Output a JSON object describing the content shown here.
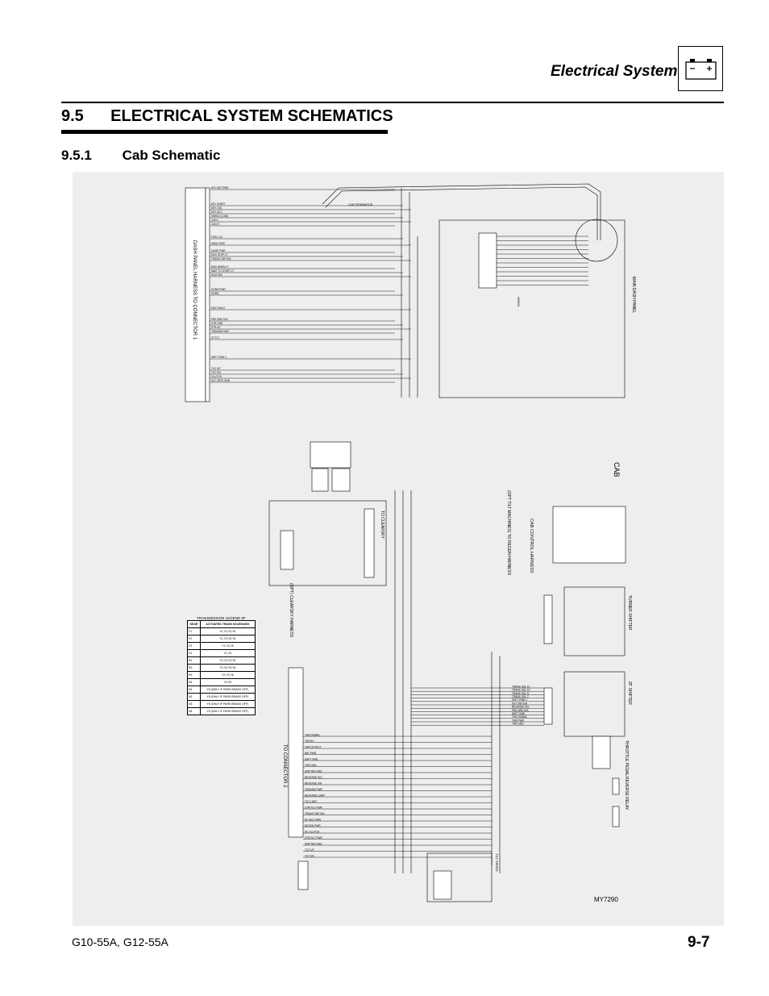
{
  "header": {
    "section_name": "Electrical System",
    "icon": "battery-icon"
  },
  "section": {
    "title": "9.5      ELECTRICAL SYSTEM SCHEMATICS",
    "subsection": "9.5.1        Cab Schematic"
  },
  "schematic": {
    "labels": {
      "dash_harness": "DASH PANEL HARNESS TO CONNECTOR 1",
      "connector2": "TO CONNECTOR 2",
      "cab": "CAB",
      "cab_control": "CAB CONTROL HARNESS",
      "main_dash": "MAIN DASH PANEL",
      "turner": "TURNER SHIFTER",
      "zf": "ZF SHIFTER",
      "throttle": "THROTTLE PEDAL",
      "reverse": "REVERSE RELAY",
      "clearsky": "(OPT) CLEARSKY HARNESS",
      "clearsky_to": "TO CLEARSKY",
      "tilt": "TILT SPEED",
      "horn": "HORN",
      "can": "CAN TERMINATOR",
      "opt_tilt": "(OPT TILT MACHINES) TO REGEN HARNESS"
    },
    "wire_left": [
      "KEY BAT PWR",
      "KEY START",
      "KEY IGN",
      "KEY ACC",
      "SHIELD (CAN)",
      "CAN L",
      "CAN H",
      "FUEL LVL",
      "DASH GND",
      "GAGE PWR",
      "ENG STOP LT",
      "TRANS TMP SW",
      "ENG WARN LT",
      "WAIT TO START LT",
      "ECM IGN",
      "HORN PWR",
      "HORN",
      "ENG FAULT",
      "PRK BRK SOL",
      "STR CRB",
      "STR AX",
      "TRANSM PWR",
      "ST FLT",
      "SHFT PWR 1",
      "TILT UP",
      "TILT DN",
      "CLUTCH",
      "ACC MOD GND"
    ],
    "wire_right": [
      "TRANS SOL F1",
      "TRANS SOL F2",
      "TRANS SOL R",
      "TRANS SOL 2",
      "SHFT PWR 1",
      "KEY SW IGN",
      "REVERSE SIG",
      "PRK BRK SOL",
      "SHFT GND",
      "THR SIGNAL",
      "THR PWR",
      "THR GND"
    ],
    "bottom_wires": [
      "THR SIGNAL",
      "THR 5V",
      "THR OUTPUT",
      "BAT PWR",
      "SHFT GND",
      "THR GND",
      "SHIFTER GND",
      "REVERSE SIG",
      "REVERSE SW",
      "TRANSM PWR",
      "REVERSE LAMP",
      "TILT LIMIT",
      "STR/TILT PWR",
      "TRANS TMP SW",
      "SP SEC PWR",
      "REGEN PWR",
      "AC CLUTCH",
      "STR/TILT PWR",
      "SHIFTER GND",
      "TILT UP",
      "TILT DN"
    ]
  },
  "legend": {
    "title": "TRANSMISSION LEGEND ZF",
    "headers": [
      "GEAR",
      "ACTIVATED TRANS SOLENOIDS"
    ],
    "rows": [
      [
        "F1",
        "Y1,Y3,Y4,Y6"
      ],
      [
        "F2",
        "Y1,Y3,Y5,Y6"
      ],
      [
        "F3",
        "Y1,Y3,Y6"
      ],
      [
        "F4",
        "Y1,Y6"
      ],
      [
        "R1",
        "Y2,Y3,Y4,Y6"
      ],
      [
        "R2",
        "Y2,Y3,Y5,Y6"
      ],
      [
        "R3",
        "Y2,Y3,Y6"
      ],
      [
        "R4",
        "Y2,Y6"
      ],
      [
        "N1",
        "Y5 (ONLY IF PARK BRAKE OFF)"
      ],
      [
        "N2",
        "Y5 (ONLY IF PARK BRAKE OFF)"
      ],
      [
        "N3",
        "Y5 (ONLY IF PARK BRAKE OFF)"
      ],
      [
        "N4",
        "Y5 (ONLY IF PARK BRAKE OFF)"
      ]
    ]
  },
  "figure_id": "MY7290",
  "footer": {
    "models": "G10-55A, G12-55A",
    "page": "9-7"
  }
}
